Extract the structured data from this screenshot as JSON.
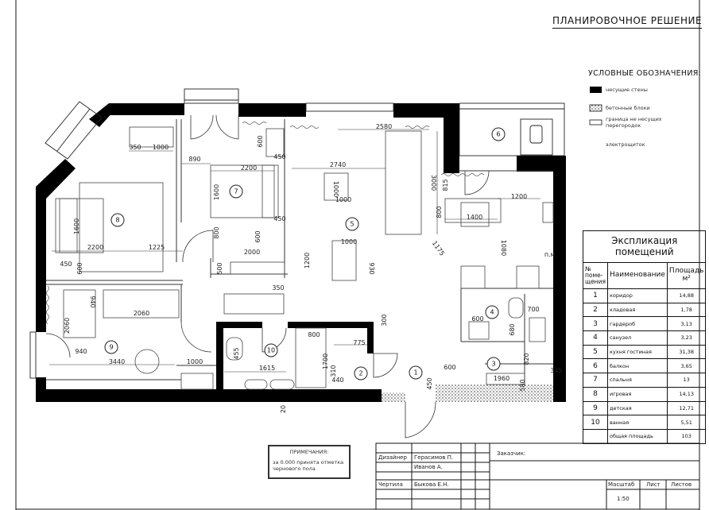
{
  "title": "ПЛАНИРОВОЧНОЕ РЕШЕНИЕ",
  "legend": {
    "heading": "УСЛОВНЫЕ ОБОЗНАЧЕНИЯ:",
    "items": [
      {
        "label": "несущие стены"
      },
      {
        "label": "бетонные блоки"
      },
      {
        "label": "граница не несущих перегородок"
      },
      {
        "label": "электрощиток"
      }
    ]
  },
  "explication": {
    "caption": "Экспликация помещений",
    "headers": [
      "№ поме-щения",
      "Наименование",
      "Площадь м²"
    ],
    "rows": [
      {
        "no": "1",
        "name": "коридор",
        "area": "14,88"
      },
      {
        "no": "2",
        "name": "кладовая",
        "area": "1,78"
      },
      {
        "no": "3",
        "name": "гардероб",
        "area": "3,13"
      },
      {
        "no": "4",
        "name": "санузел",
        "area": "3,23"
      },
      {
        "no": "5",
        "name": "кухня гостиная",
        "area": "31,38"
      },
      {
        "no": "6",
        "name": "балкон",
        "area": "3,65"
      },
      {
        "no": "7",
        "name": "спальня",
        "area": "13"
      },
      {
        "no": "8",
        "name": "игровая",
        "area": "14,13"
      },
      {
        "no": "9",
        "name": "детская",
        "area": "12,71"
      },
      {
        "no": "10",
        "name": "ванная",
        "area": "5,51"
      }
    ],
    "total": {
      "name": "общая площадь",
      "area": "103"
    }
  },
  "notes": {
    "heading": "ПРИМЕЧАНИЯ:",
    "text": "за 0.000 принята отметка чернового пола"
  },
  "title_block": {
    "designer_label": "Дизайнер",
    "designers": [
      "Герасимов П.",
      "Иванов А."
    ],
    "drafter_label": "Чертила",
    "drafter": "Быкова Е.Н.",
    "customer_label": "Заказчик:",
    "scale_label": "Масштаб",
    "sheet_label": "Лист",
    "sheets_label": "Листов",
    "scale": "1:50"
  },
  "plan": {
    "rooms": [
      "1",
      "2",
      "3",
      "4",
      "5",
      "6",
      "7",
      "8",
      "9",
      "10"
    ],
    "pm_label": "п.м.",
    "dims": [
      "350",
      "1000",
      "890",
      "600",
      "450",
      "2200",
      "1600",
      "1600",
      "2200",
      "1225",
      "450",
      "600",
      "800",
      "450",
      "600",
      "2000",
      "500",
      "350",
      "2580",
      "2740",
      "1000",
      "1000",
      "3000",
      "815",
      "1200",
      "800",
      "1400",
      "1000",
      "1200",
      "930",
      "1175",
      "1080",
      "940",
      "2060",
      "2060",
      "940",
      "3440",
      "1000",
      "455",
      "800",
      "1700",
      "1615",
      "775",
      "300",
      "310",
      "440",
      "20",
      "600",
      "450",
      "1960",
      "580",
      "345",
      "820",
      "600",
      "700",
      "680"
    ]
  }
}
